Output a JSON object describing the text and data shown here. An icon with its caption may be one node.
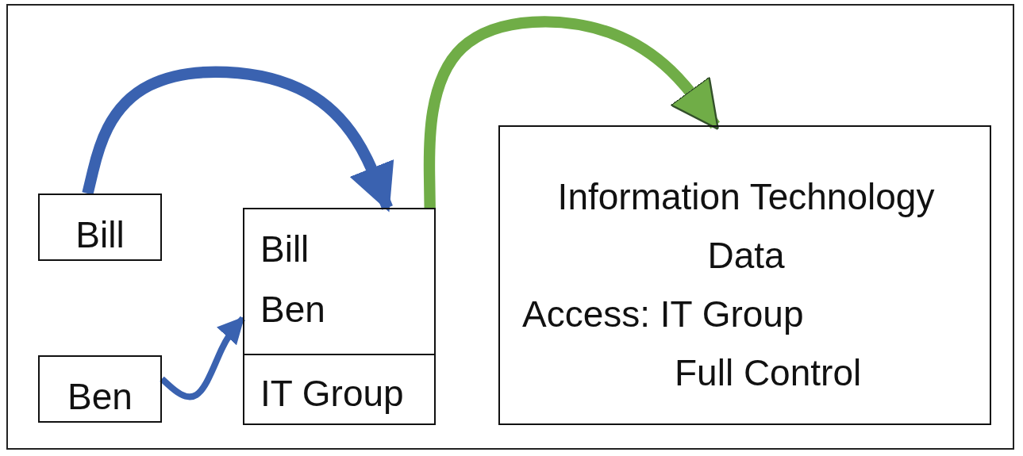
{
  "diagram": {
    "nodes": [
      {
        "text": [
          "Bill"
        ]
      },
      {
        "text": [
          "Ben"
        ]
      },
      {
        "text": [
          "Bill",
          "Ben"
        ]
      },
      {
        "text": [
          "IT Group"
        ]
      },
      {
        "text": [
          "Information Technology Data",
          "Access: IT Group Full Control"
        ]
      }
    ],
    "edges": [
      {
        "from": 0,
        "to": 2,
        "arrow": "to"
      },
      {
        "from": 1,
        "to": 2,
        "arrow": "to"
      },
      {
        "from": 2,
        "to": 4,
        "arrow": "to",
        "color": "#70ad47"
      }
    ]
  }
}
